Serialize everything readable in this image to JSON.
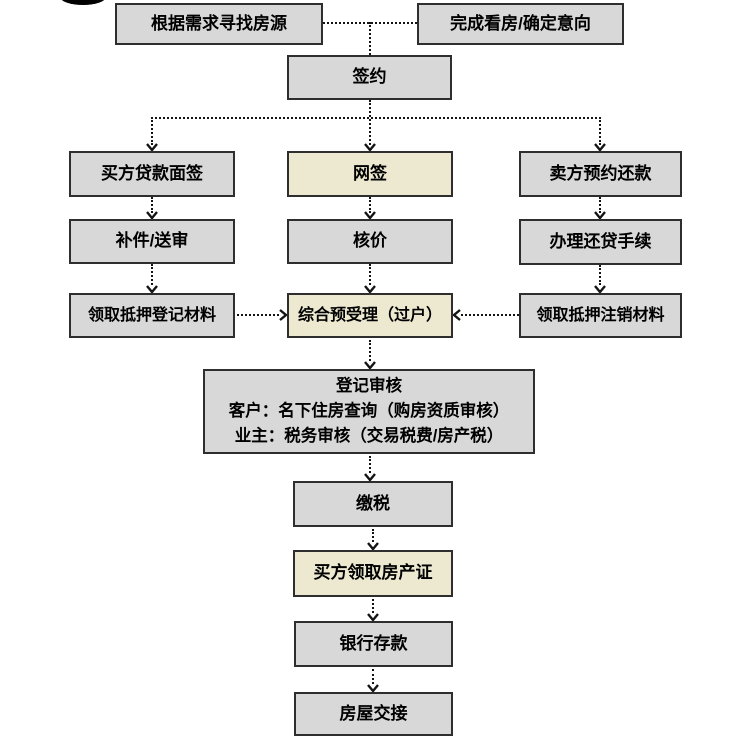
{
  "diagram": {
    "type": "flowchart",
    "nodes": {
      "find_listing": "根据需求寻找房源",
      "confirm_intent": "完成看房/确定意向",
      "sign_contract": "签约",
      "buyer_loan_interview": "买方贷款面签",
      "online_signing": "网签",
      "seller_repay_appointment": "卖方预约还款",
      "supplement_review": "补件/送审",
      "price_verification": "核价",
      "loan_repayment_procedure": "办理还贷手续",
      "mortgage_registration_materials": "领取抵押登记材料",
      "comprehensive_acceptance": "综合预受理（过户）",
      "mortgage_cancellation_materials": "领取抵押注销材料",
      "registration_review_line1": "登记审核",
      "registration_review_line2": "客户：名下住房查询（购房资质审核）",
      "registration_review_line3": "业主：税务审核（交易税费/房产税）",
      "pay_tax": "缴税",
      "buyer_get_certificate": "买方领取房产证",
      "bank_deposit": "银行存款",
      "house_handover": "房屋交接"
    },
    "colors": {
      "node_fill": "#d8d8d8",
      "highlight_fill": "#ece9d0",
      "border": "#2e2e2e",
      "connector": "#141414"
    }
  }
}
